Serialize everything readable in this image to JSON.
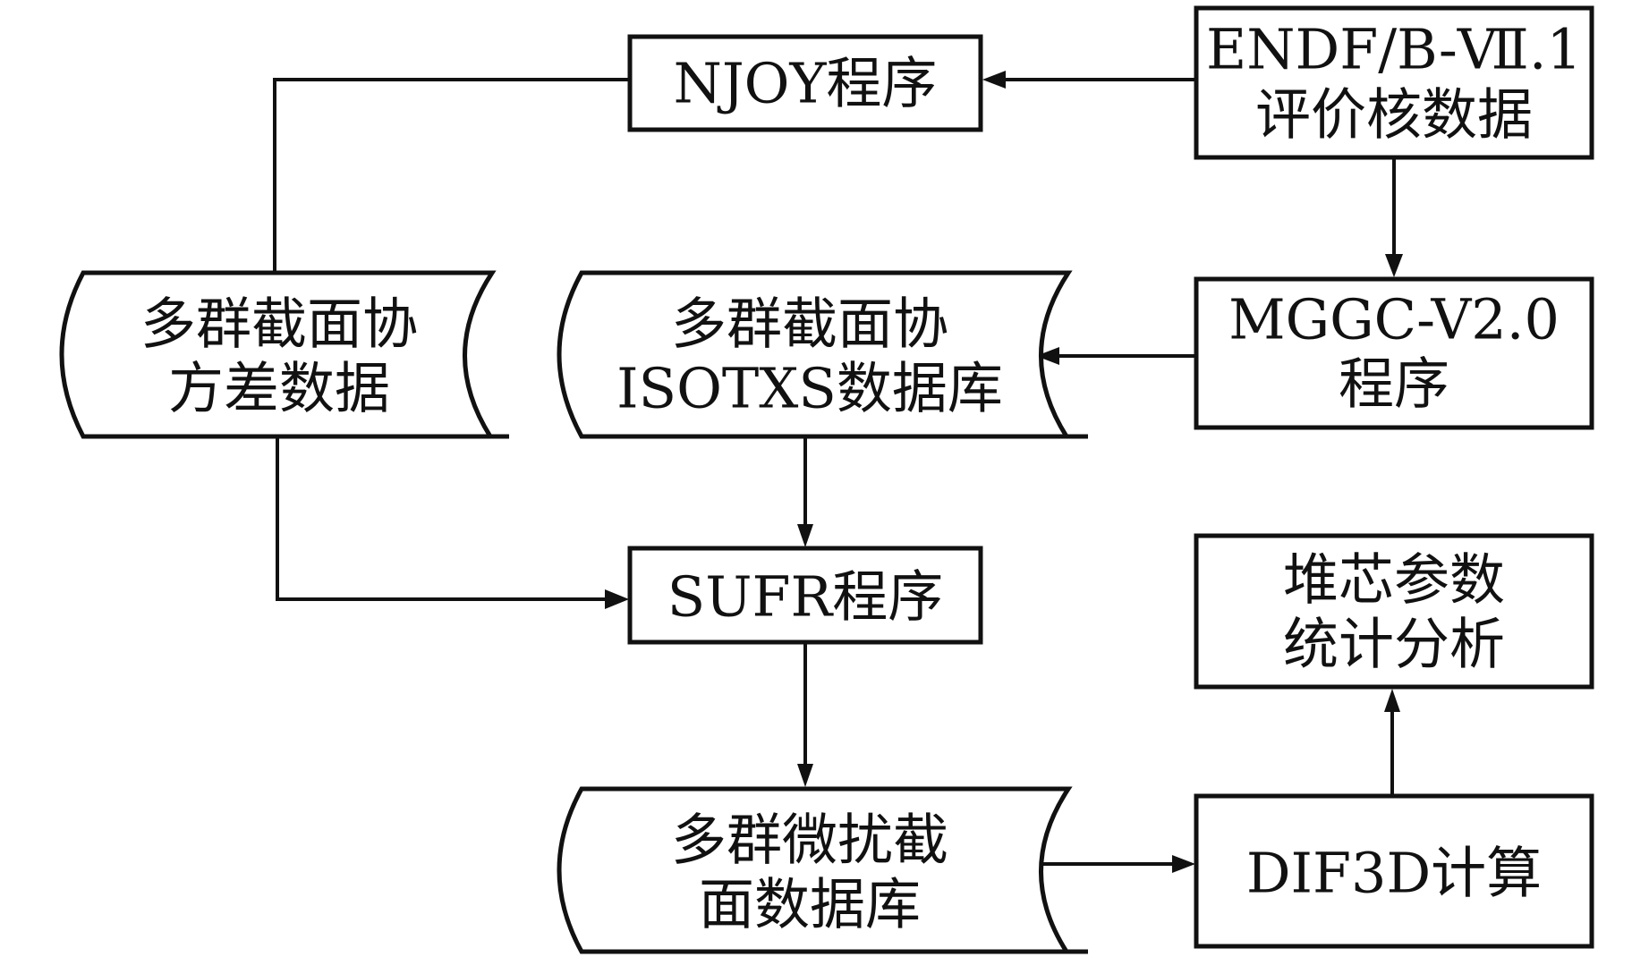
{
  "diagram": {
    "type": "flowchart",
    "colors": {
      "stroke": "#111111",
      "background": "#ffffff",
      "text": "#111111"
    },
    "nodes": [
      {
        "id": "endf",
        "shape": "process",
        "lines": [
          "ENDF/B-Ⅶ.1",
          "评价核数据"
        ]
      },
      {
        "id": "njoy",
        "shape": "process",
        "lines": [
          "NJOY程序"
        ]
      },
      {
        "id": "mggc",
        "shape": "process",
        "lines": [
          "MGGC-V2.0",
          "程序"
        ]
      },
      {
        "id": "covariance",
        "shape": "stored-data",
        "lines": [
          "多群截面协",
          "方差数据"
        ]
      },
      {
        "id": "isotxs",
        "shape": "stored-data",
        "lines": [
          "多群截面协",
          "ISOTXS数据库"
        ]
      },
      {
        "id": "sufr",
        "shape": "process",
        "lines": [
          "SUFR程序"
        ]
      },
      {
        "id": "perturbed",
        "shape": "stored-data",
        "lines": [
          "多群微扰截",
          "面数据库"
        ]
      },
      {
        "id": "dif3d",
        "shape": "process",
        "lines": [
          "DIF3D计算"
        ]
      },
      {
        "id": "stats",
        "shape": "process",
        "lines": [
          "堆芯参数",
          "统计分析"
        ]
      }
    ],
    "edges": [
      {
        "from": "endf",
        "to": "njoy"
      },
      {
        "from": "njoy",
        "to": "covariance"
      },
      {
        "from": "endf",
        "to": "mggc"
      },
      {
        "from": "mggc",
        "to": "isotxs"
      },
      {
        "from": "isotxs",
        "to": "sufr"
      },
      {
        "from": "covariance",
        "to": "sufr"
      },
      {
        "from": "sufr",
        "to": "perturbed"
      },
      {
        "from": "perturbed",
        "to": "dif3d"
      },
      {
        "from": "dif3d",
        "to": "stats"
      }
    ]
  }
}
